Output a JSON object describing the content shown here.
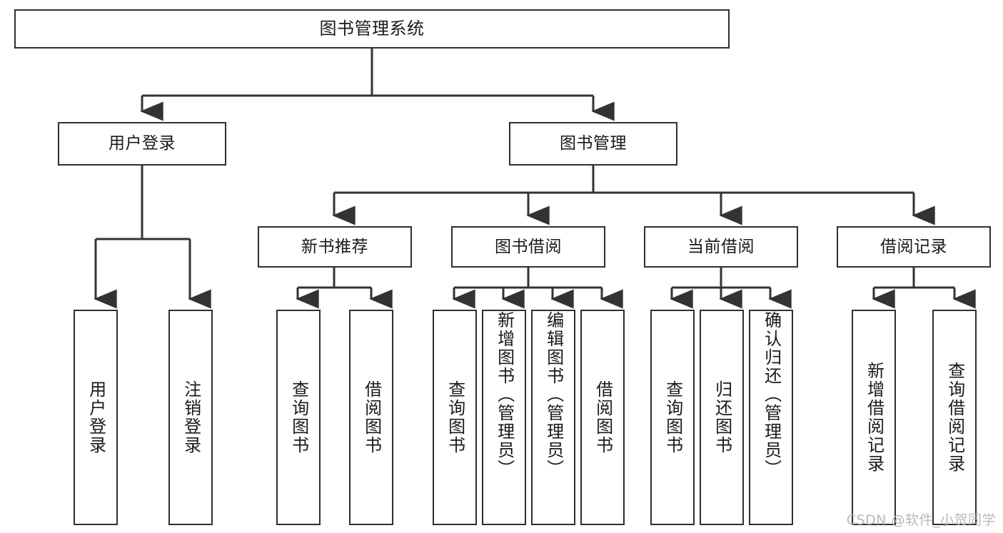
{
  "diagram": {
    "title": "图书管理系统",
    "type": "tree-hierarchy-diagram",
    "watermark": "CSDN @软件_小贺同学",
    "colors": {
      "box_border": "#2f2f2f",
      "box_fill": "#ffffff",
      "connector": "#333333",
      "text": "#1a1a1a",
      "watermark": "#b8b8b8",
      "background": "#ffffff"
    },
    "nodes": {
      "root": {
        "label": "图书管理系统"
      },
      "level1": [
        {
          "id": "user-login",
          "label": "用户登录"
        },
        {
          "id": "book-manage",
          "label": "图书管理"
        }
      ],
      "level2": [
        {
          "id": "new-book-rec",
          "label": "新书推荐"
        },
        {
          "id": "book-borrow",
          "label": "图书借阅"
        },
        {
          "id": "current-borrow",
          "label": "当前借阅"
        },
        {
          "id": "borrow-record",
          "label": "借阅记录"
        }
      ],
      "leaves": {
        "user_login": [
          {
            "id": "leaf-user-login",
            "label": "用户登录"
          },
          {
            "id": "leaf-logout",
            "label": "注销登录"
          }
        ],
        "new_book_rec": [
          {
            "id": "leaf-query-book-1",
            "label": "查询图书"
          },
          {
            "id": "leaf-borrow-book-1",
            "label": "借阅图书"
          }
        ],
        "book_borrow": [
          {
            "id": "leaf-query-book-2",
            "label": "查询图书"
          },
          {
            "id": "leaf-add-book",
            "label": "新增图书（管理员）"
          },
          {
            "id": "leaf-edit-book",
            "label": "编辑图书（管理员）"
          },
          {
            "id": "leaf-borrow-book-2",
            "label": "借阅图书"
          }
        ],
        "current_borrow": [
          {
            "id": "leaf-query-book-3",
            "label": "查询图书"
          },
          {
            "id": "leaf-return-book",
            "label": "归还图书"
          },
          {
            "id": "leaf-confirm-return",
            "label": "确认归还（管理员）"
          }
        ],
        "borrow_record": [
          {
            "id": "leaf-add-record",
            "label": "新增借阅记录"
          },
          {
            "id": "leaf-query-record",
            "label": "查询借阅记录"
          }
        ]
      }
    }
  }
}
